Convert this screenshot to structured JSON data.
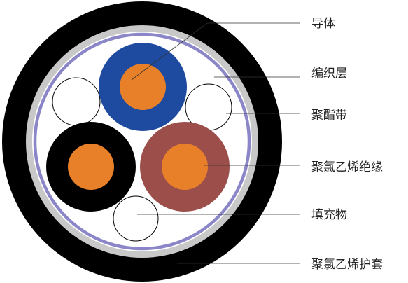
{
  "colors": {
    "outer_sheath": "#000000",
    "braid_layer": "#c8c8c8",
    "polyester_tape": "#8a86c8",
    "conductor": "#e8802a",
    "insulation_blue": "#1e4aa0",
    "insulation_black": "#000000",
    "insulation_brown": "#9c4e4a",
    "filler": "#ffffff"
  },
  "labels": [
    {
      "key": "conductor",
      "text": "导体"
    },
    {
      "key": "braid",
      "text": "编织层"
    },
    {
      "key": "polyester_tape",
      "text": "聚酯带"
    },
    {
      "key": "pvc_insulation",
      "text": "聚氯乙烯绝缘"
    },
    {
      "key": "filler",
      "text": "填充物"
    },
    {
      "key": "pvc_sheath",
      "text": "聚氯乙烯护套"
    }
  ],
  "cores": [
    {
      "key": "core-blue",
      "insulation_color": "blue"
    },
    {
      "key": "core-black",
      "insulation_color": "black"
    },
    {
      "key": "core-brown",
      "insulation_color": "brown"
    }
  ]
}
